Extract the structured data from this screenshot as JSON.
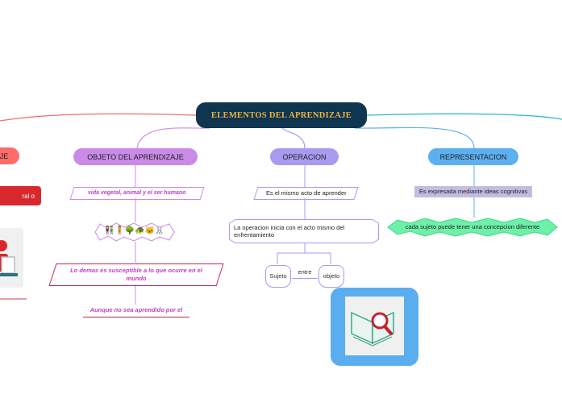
{
  "root": {
    "title": "ELEMENTOS  DEL APRENDIZAJE"
  },
  "left_branch": {
    "label": "JE",
    "sub_label": "ral  o"
  },
  "objeto": {
    "label": "OBJETO DEL APRENDIZAJE",
    "sub1": "vida vegetal, animal y el ser humano",
    "emojis": "👫🧍🌳🐢🐱🐰",
    "sub2": "Lo demas es susceptible a lo que ocurre en el mundo",
    "sub3": "Aunque no sea aprendido por el"
  },
  "operacion": {
    "label": "OPERACION",
    "sub1": "Es el mismo acto de aprender",
    "sub2": "La operacion inicia con el acto mismo del enfrentamiento",
    "sujeto": "Sujeto",
    "entre": "entre",
    "objeto": "objeto"
  },
  "representacion": {
    "label": "REPRESENTACION",
    "sub1": "Es expresada mediante ideas cognitivas",
    "sub2": "cada sujeto puede tener una concepcion diferente"
  },
  "colors": {
    "root_bg": "#0f3550",
    "root_text": "#f0b23a",
    "objeto": "#c98ae8",
    "operacion": "#a99af0",
    "representacion": "#5cb0f0",
    "left": "#ff6b6b",
    "green_burst": "#6ef0a8"
  },
  "icons": {
    "left_image": "person-laptop-icon",
    "book_icon": "book-magnifier-icon"
  }
}
